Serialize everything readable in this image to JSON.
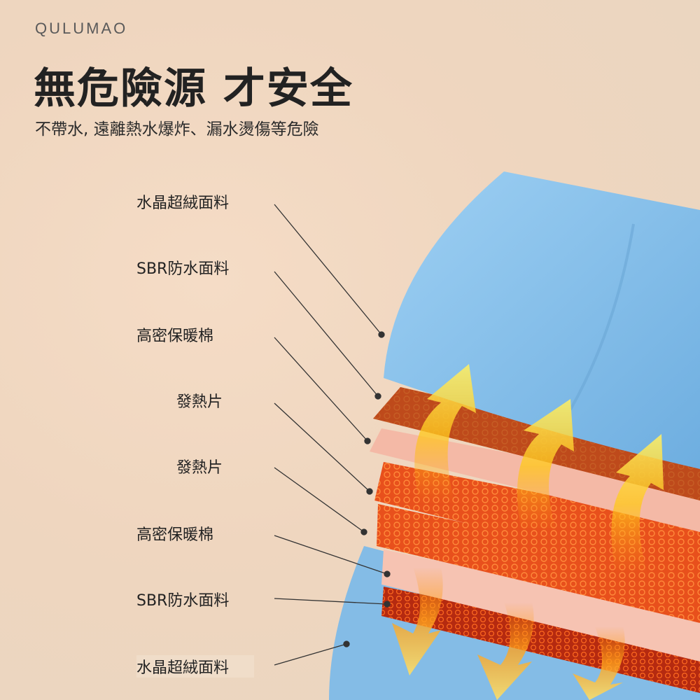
{
  "brand": "QULUMAO",
  "headline": "無危險源 才安全",
  "subline": "不帶水, 遠離熱水爆炸、漏水燙傷等危險",
  "layers": [
    {
      "label": "水晶超絨面料"
    },
    {
      "label": "SBR防水面料"
    },
    {
      "label": "高密保暖棉"
    },
    {
      "label": "發熱片"
    },
    {
      "label": "發熱片"
    },
    {
      "label": "高密保暖棉"
    },
    {
      "label": "SBR防水面料"
    },
    {
      "label": "水晶超絨面料"
    }
  ],
  "colors": {
    "background": "#efd6bf",
    "fabric_blue": "#8ec3ea",
    "heater_orange": "#e8501c",
    "waterproof_brown": "#a84b1c",
    "cotton_pink": "#f3b6a4",
    "arrow_yellow": "#ffd21e"
  },
  "icons": [
    "heat-up-arrow-icon",
    "heat-down-arrow-icon"
  ]
}
